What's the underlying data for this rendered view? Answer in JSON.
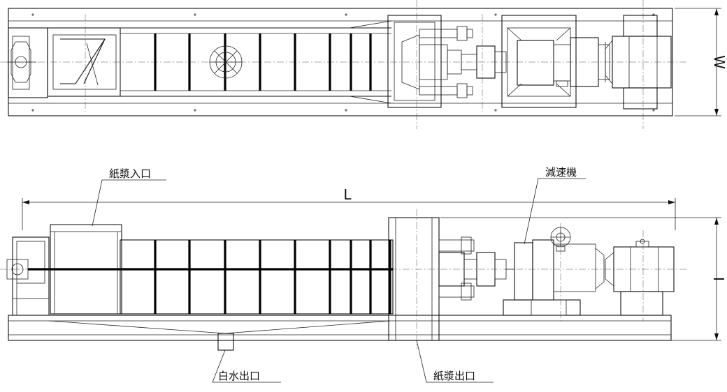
{
  "labels": {
    "pulp_inlet": "紙漿入口",
    "reducer": "減速機",
    "white_water_outlet": "白水出口",
    "pulp_outlet": "紙漿出口"
  },
  "dimensions": {
    "length": "L",
    "width": "W",
    "height": "I"
  }
}
